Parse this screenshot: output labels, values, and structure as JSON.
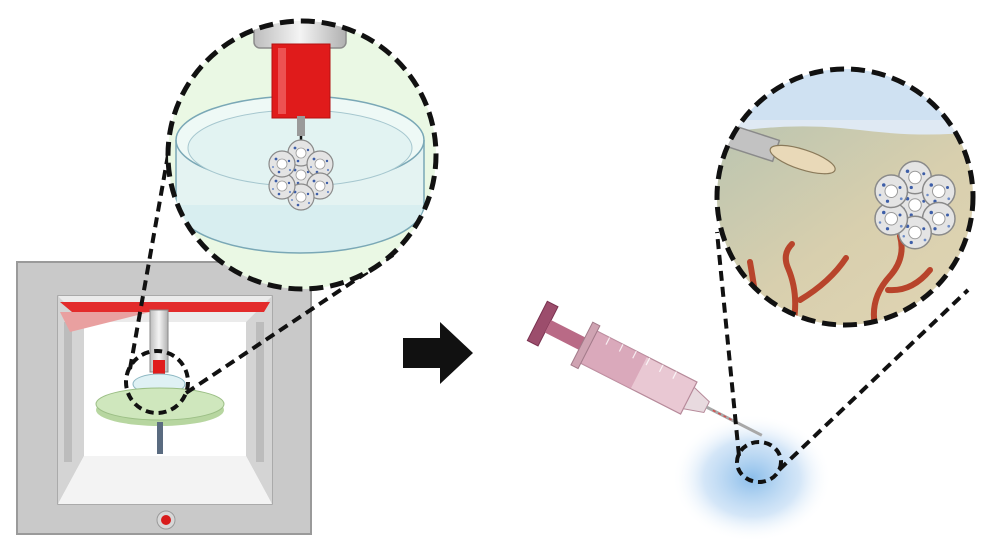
{
  "diagram": {
    "panels": [
      {
        "id": "printer",
        "icon": "3d-bioprinter-icon"
      },
      {
        "id": "print-zoom",
        "icon": "petri-dish-scaffold-icon"
      },
      {
        "id": "flow",
        "icon": "right-arrow-icon"
      },
      {
        "id": "injection",
        "icon": "syringe-icon"
      },
      {
        "id": "tissue-zoom",
        "icon": "tissue-implant-icon"
      }
    ],
    "colors": {
      "frame": "#c8c8c8",
      "frame_dark": "#9a9a9a",
      "nozzle_red": "#e01b1b",
      "platform_green": "#c9e4b6",
      "dish_fill": "#e9f7e4",
      "syringe_pink": "#b96a86",
      "glow_blue": "#7fb7e8",
      "tissue_tan": "#d9cfae",
      "vessel_red": "#b8442b",
      "dashed_line": "#111111",
      "arrow": "#111111"
    }
  }
}
